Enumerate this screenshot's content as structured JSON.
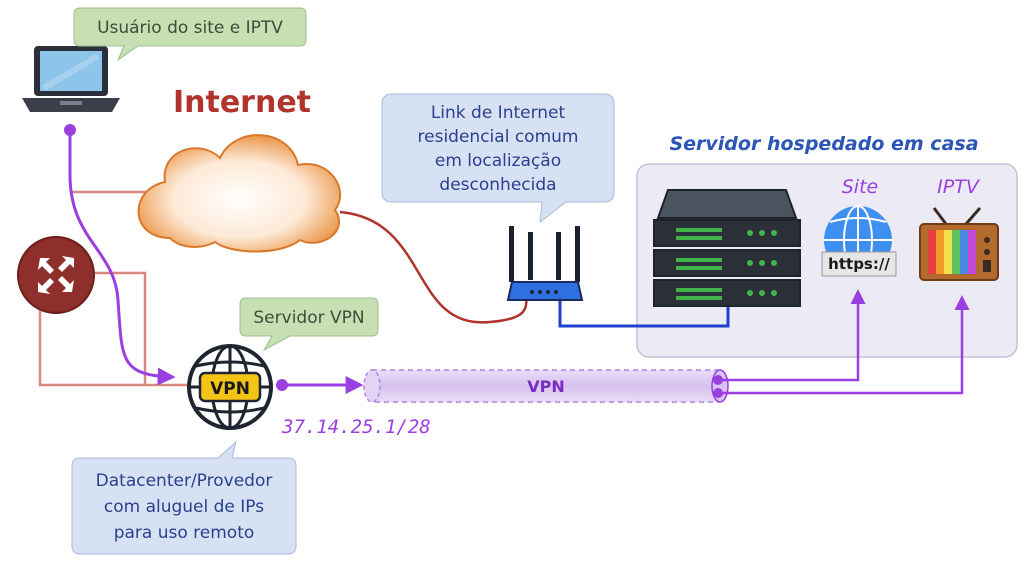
{
  "labels": {
    "user": "Usuário do site e IPTV",
    "internet": "Internet",
    "link_lines": [
      "Link de Internet",
      "residencial comum",
      "em localização",
      "desconhecida"
    ],
    "server_title": "Servidor hospedado em casa",
    "site": "Site",
    "iptv": "IPTV",
    "https": "https://",
    "vpn_server": "Servidor VPN",
    "vpn_badge": "VPN",
    "ip": "37.14.25.1/28",
    "tunnel": "VPN",
    "datacenter_lines": [
      "Datacenter/Provedor",
      "com aluguel de IPs",
      "para uso remoto"
    ]
  },
  "icons": {
    "laptop": "laptop-icon",
    "cloud": "cloud-icon",
    "router": "router-icon",
    "wifi_router": "wifi-router-icon",
    "server_rack": "server-rack-icon",
    "globe": "globe-icon",
    "tv": "tv-icon",
    "vpn_globe": "vpn-globe-icon"
  },
  "colors": {
    "vpn_path": "#9b3fe0",
    "internet_link": "#b0332c",
    "lan_link": "#1f3fd0",
    "callout_blue_fill": "#d6e2f3",
    "callout_green_fill": "#c6e0b4",
    "server_box_fill": "#ecebf5"
  }
}
